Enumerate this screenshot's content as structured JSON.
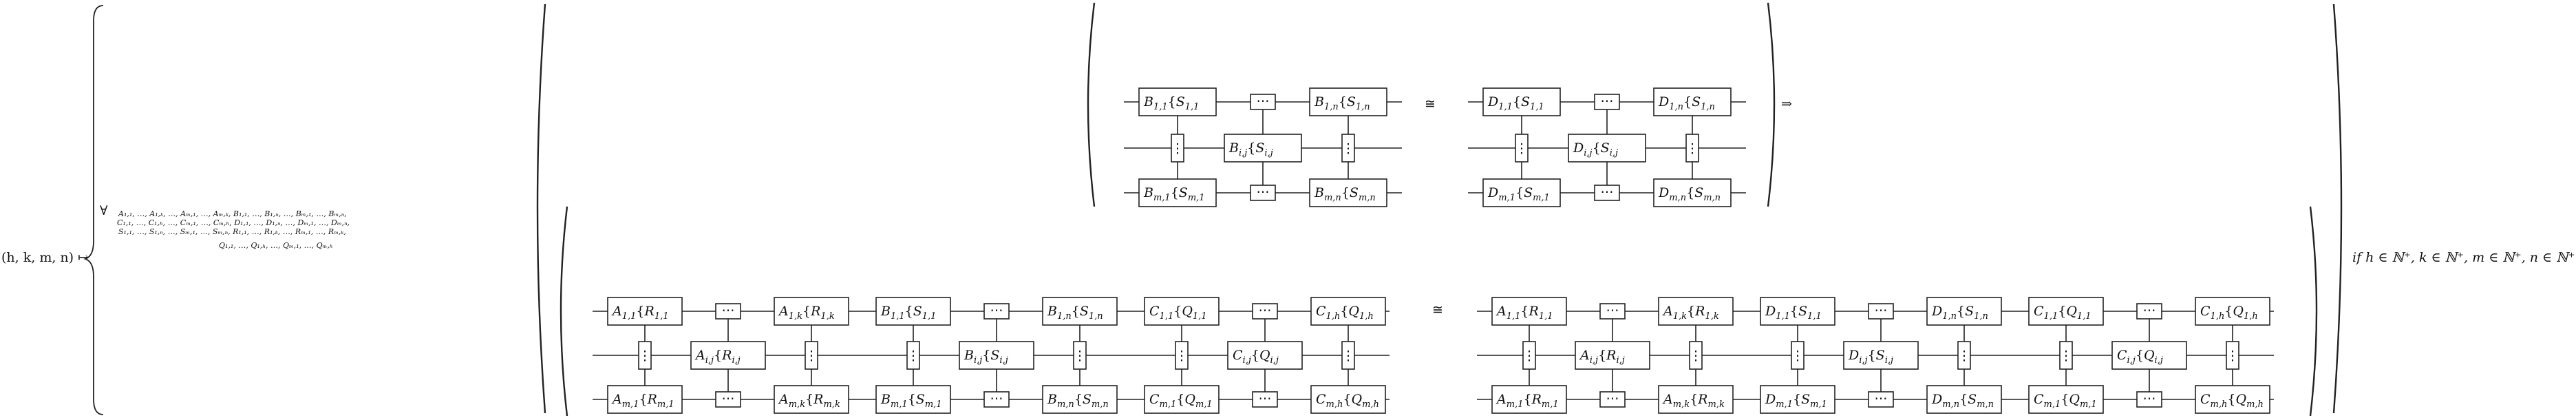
{
  "formula": {
    "lhs": "(h, k, m, n) ↦",
    "forall": "∀",
    "quant_lines": [
      "A₁,₁, …, A₁,ₖ, …, Aₘ,₁, …, Aₘ,ₖ, B₁,₁, …, B₁,ₙ, …, Bₘ,₁, …, Bₘ,ₙ,",
      "C₁,₁, …, C₁,ₕ, …, Cₘ,₁, …, Cₘ,ₕ, D₁,₁, …, D₁,ₙ, …, Dₘ,₁, …, Dₘ,ₙ,",
      "S₁,₁, …, S₁,ₙ, …, Sₘ,₁, …, Sₘ,ₙ, R₁,₁, …, R₁,ₖ, …, Rₘ,₁, …, Rₘ,ₖ,",
      "Q₁,₁, …, Q₁,ₕ, …, Qₘ,₁, …, Qₘ,ₕ"
    ],
    "iso": "≅",
    "implies": "⇒",
    "condition": "if h ∈ ℕ⁺, k ∈ ℕ⁺, m ∈ ℕ⁺, n ∈ ℕ⁺ ."
  },
  "symbols": {
    "hdots": "⋯",
    "vdots": "⋮"
  },
  "premise": {
    "left": {
      "block": {
        "tl": {
          "base": "B",
          "sub": "1,1",
          "sbase": "S",
          "ssub": "1,1"
        },
        "tr": {
          "base": "B",
          "sub": "1,n",
          "sbase": "S",
          "ssub": "1,n"
        },
        "mid": {
          "base": "B",
          "sub": "i,j",
          "sbase": "S",
          "ssub": "i,j"
        },
        "bl": {
          "base": "B",
          "sub": "m,1",
          "sbase": "S",
          "ssub": "m,1"
        },
        "br": {
          "base": "B",
          "sub": "m,n",
          "sbase": "S",
          "ssub": "m,n"
        }
      }
    },
    "right": {
      "block": {
        "tl": {
          "base": "D",
          "sub": "1,1",
          "sbase": "S",
          "ssub": "1,1"
        },
        "tr": {
          "base": "D",
          "sub": "1,n",
          "sbase": "S",
          "ssub": "1,n"
        },
        "mid": {
          "base": "D",
          "sub": "i,j",
          "sbase": "S",
          "ssub": "i,j"
        },
        "bl": {
          "base": "D",
          "sub": "m,1",
          "sbase": "S",
          "ssub": "m,1"
        },
        "br": {
          "base": "D",
          "sub": "m,n",
          "sbase": "S",
          "ssub": "m,n"
        }
      }
    }
  },
  "conclusion": {
    "left": [
      {
        "tl": {
          "base": "A",
          "sub": "1,1",
          "sbase": "R",
          "ssub": "1,1"
        },
        "tr": {
          "base": "A",
          "sub": "1,k",
          "sbase": "R",
          "ssub": "1,k"
        },
        "mid": {
          "base": "A",
          "sub": "i,j",
          "sbase": "R",
          "ssub": "i,j"
        },
        "bl": {
          "base": "A",
          "sub": "m,1",
          "sbase": "R",
          "ssub": "m,1"
        },
        "br": {
          "base": "A",
          "sub": "m,k",
          "sbase": "R",
          "ssub": "m,k"
        }
      },
      {
        "tl": {
          "base": "B",
          "sub": "1,1",
          "sbase": "S",
          "ssub": "1,1"
        },
        "tr": {
          "base": "B",
          "sub": "1,n",
          "sbase": "S",
          "ssub": "1,n"
        },
        "mid": {
          "base": "B",
          "sub": "i,j",
          "sbase": "S",
          "ssub": "i,j"
        },
        "bl": {
          "base": "B",
          "sub": "m,1",
          "sbase": "S",
          "ssub": "m,1"
        },
        "br": {
          "base": "B",
          "sub": "m,n",
          "sbase": "S",
          "ssub": "m,n"
        }
      },
      {
        "tl": {
          "base": "C",
          "sub": "1,1",
          "sbase": "Q",
          "ssub": "1,1"
        },
        "tr": {
          "base": "C",
          "sub": "1,h",
          "sbase": "Q",
          "ssub": "1,h"
        },
        "mid": {
          "base": "C",
          "sub": "i,j",
          "sbase": "Q",
          "ssub": "i,j"
        },
        "bl": {
          "base": "C",
          "sub": "m,1",
          "sbase": "Q",
          "ssub": "m,1"
        },
        "br": {
          "base": "C",
          "sub": "m,h",
          "sbase": "Q",
          "ssub": "m,h"
        }
      }
    ],
    "right": [
      {
        "tl": {
          "base": "A",
          "sub": "1,1",
          "sbase": "R",
          "ssub": "1,1"
        },
        "tr": {
          "base": "A",
          "sub": "1,k",
          "sbase": "R",
          "ssub": "1,k"
        },
        "mid": {
          "base": "A",
          "sub": "i,j",
          "sbase": "R",
          "ssub": "i,j"
        },
        "bl": {
          "base": "A",
          "sub": "m,1",
          "sbase": "R",
          "ssub": "m,1"
        },
        "br": {
          "base": "A",
          "sub": "m,k",
          "sbase": "R",
          "ssub": "m,k"
        }
      },
      {
        "tl": {
          "base": "D",
          "sub": "1,1",
          "sbase": "S",
          "ssub": "1,1"
        },
        "tr": {
          "base": "D",
          "sub": "1,n",
          "sbase": "S",
          "ssub": "1,n"
        },
        "mid": {
          "base": "D",
          "sub": "i,j",
          "sbase": "S",
          "ssub": "i,j"
        },
        "bl": {
          "base": "D",
          "sub": "m,1",
          "sbase": "S",
          "ssub": "m,1"
        },
        "br": {
          "base": "D",
          "sub": "m,n",
          "sbase": "S",
          "ssub": "m,n"
        }
      },
      {
        "tl": {
          "base": "C",
          "sub": "1,1",
          "sbase": "Q",
          "ssub": "1,1"
        },
        "tr": {
          "base": "C",
          "sub": "1,h",
          "sbase": "Q",
          "ssub": "1,h"
        },
        "mid": {
          "base": "C",
          "sub": "i,j",
          "sbase": "Q",
          "ssub": "i,j"
        },
        "bl": {
          "base": "C",
          "sub": "m,1",
          "sbase": "Q",
          "ssub": "m,1"
        },
        "br": {
          "base": "C",
          "sub": "m,h",
          "sbase": "Q",
          "ssub": "m,h"
        }
      }
    ]
  }
}
